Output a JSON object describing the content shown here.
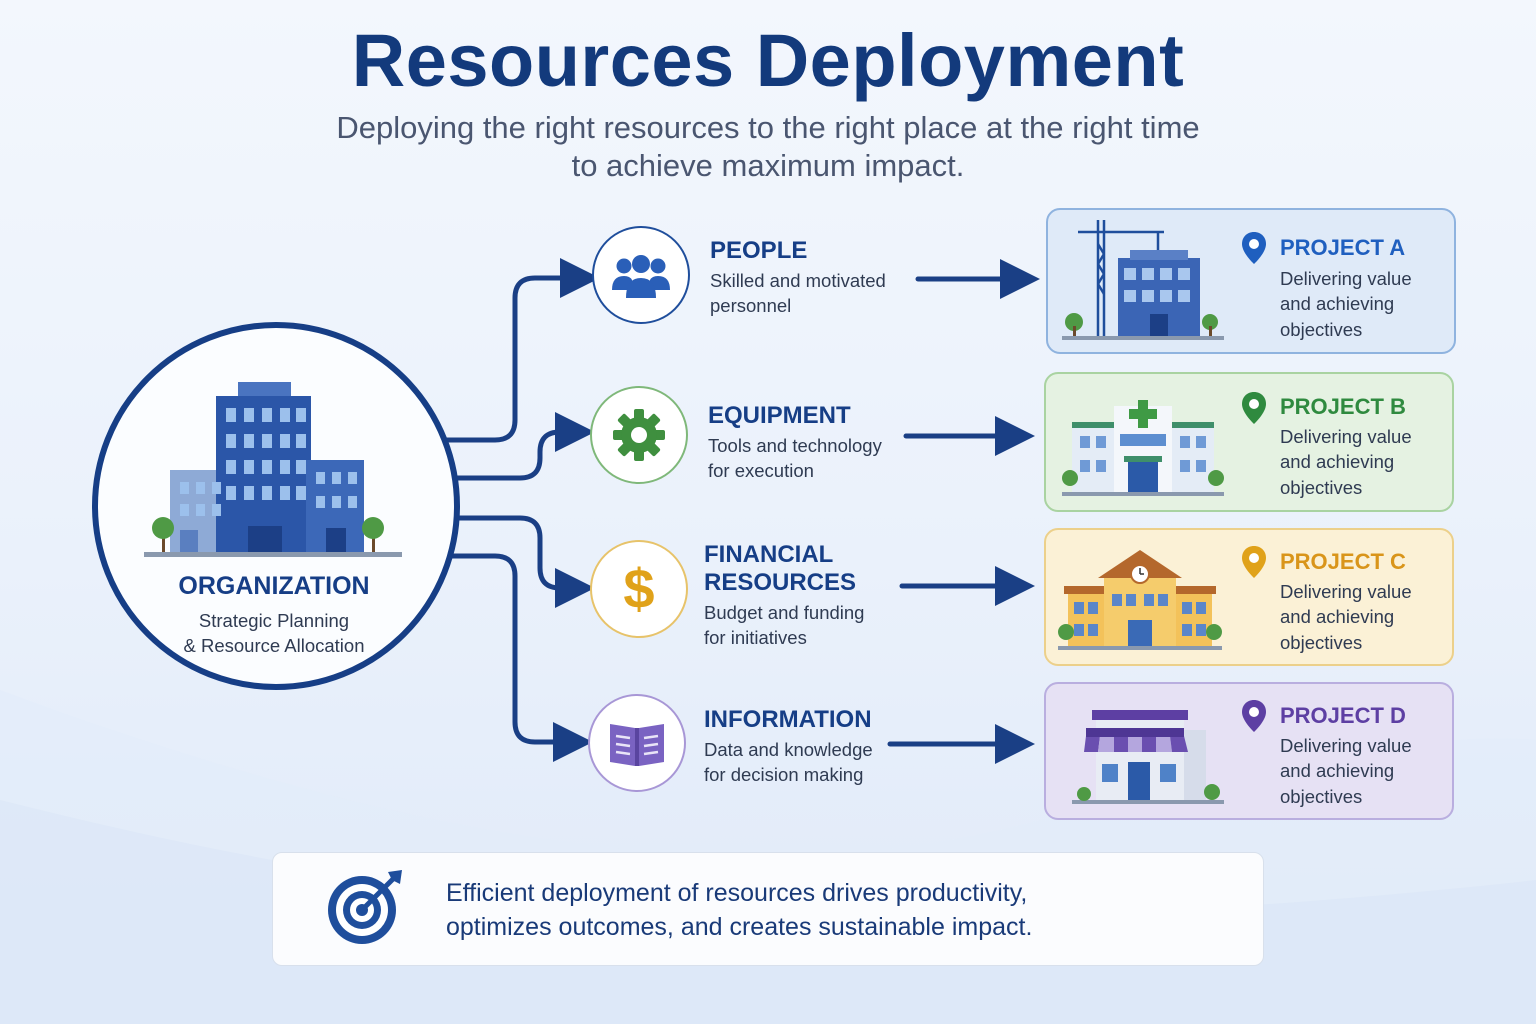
{
  "header": {
    "title": "Resources Deployment",
    "subtitle_line1": "Deploying the right resources to the right place at the right time",
    "subtitle_line2": "to achieve maximum impact."
  },
  "organization": {
    "title": "ORGANIZATION",
    "line1": "Strategic Planning",
    "line2": "& Resource Allocation",
    "icon": "office-buildings-icon"
  },
  "resources": [
    {
      "title": "PEOPLE",
      "title2": "",
      "desc1": "Skilled and motivated",
      "desc2": "personnel",
      "icon": "people-icon",
      "color": "#1f4e9c"
    },
    {
      "title": "EQUIPMENT",
      "title2": "",
      "desc1": "Tools and technology",
      "desc2": "for execution",
      "icon": "gear-icon",
      "color": "#3f8f3f"
    },
    {
      "title": "FINANCIAL",
      "title2": "RESOURCES",
      "desc1": "Budget and funding",
      "desc2": "for initiatives",
      "icon": "dollar-icon",
      "color": "#e0a21a"
    },
    {
      "title": "INFORMATION",
      "title2": "",
      "desc1": "Data and knowledge",
      "desc2": "for decision making",
      "icon": "book-icon",
      "color": "#6a4fb0"
    }
  ],
  "projects": [
    {
      "title": "PROJECT A",
      "desc1": "Delivering value",
      "desc2": "and achieving",
      "desc3": "objectives",
      "color": "#1f5fbf",
      "bg": "#dfeaf8",
      "border": "#8fb3df",
      "icon": "construction-building-icon"
    },
    {
      "title": "PROJECT B",
      "desc1": "Delivering value",
      "desc2": "and achieving",
      "desc3": "objectives",
      "color": "#2f8a3f",
      "bg": "#e5f2e2",
      "border": "#a9d3a1",
      "icon": "hospital-icon"
    },
    {
      "title": "PROJECT C",
      "desc1": "Delivering value",
      "desc2": "and achieving",
      "desc3": "objectives",
      "color": "#d9951a",
      "bg": "#fbf1d6",
      "border": "#ecd08a",
      "icon": "school-icon"
    },
    {
      "title": "PROJECT D",
      "desc1": "Delivering value",
      "desc2": "and achieving",
      "desc3": "objectives",
      "color": "#5d3fa3",
      "bg": "#e6e1f4",
      "border": "#b9aedf",
      "icon": "store-icon"
    }
  ],
  "footer": {
    "line1": "Efficient deployment of resources drives productivity,",
    "line2": "optimizes outcomes, and creates sustainable impact.",
    "icon": "target-icon"
  },
  "colors": {
    "primary": "#163e86",
    "connector": "#1a3f85"
  }
}
